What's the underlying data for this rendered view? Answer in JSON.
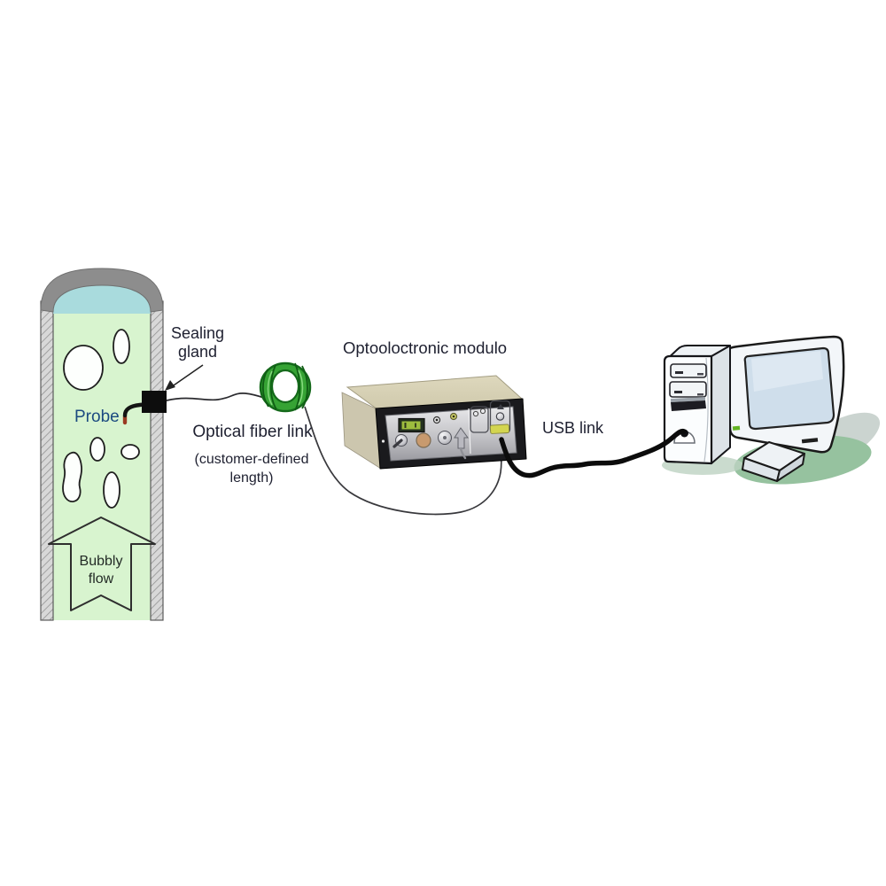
{
  "labels": {
    "sealing_gland_line1": "Sealing",
    "sealing_gland_line2": "gland",
    "probe": "Probe",
    "optical_fiber_link": "Optical fiber link",
    "fiber_note_line1": "(customer-defined",
    "fiber_note_line2": "length)",
    "module": "Optooloctronic modulo",
    "usb_link": "USB link",
    "bubbly_flow_line1": "Bubbly",
    "bubbly_flow_line2": "flow"
  },
  "colors": {
    "background": "#ffffff",
    "liquid_green": "#d8f4cf",
    "surface_cyan": "#a9dbdd",
    "dome_gray": "#8d8d8d",
    "wall_gray": "#d8d8d8",
    "wall_hatch": "#8f8f8f",
    "fiber_coil_green": "#36a334",
    "module_top_beige": "#d9d3b7",
    "module_frame_black": "#1a1a1d",
    "module_panel_silver": "#c3c3c7",
    "lcd_green": "#9dbd3e",
    "sticker_yellow": "#d3d550",
    "monitor_screen_blue": "#cfdeeb",
    "shadow_green": "#96c29f",
    "cable_black": "#0c0c0c",
    "probe_text_blue": "#1b4a80",
    "label_dark": "#1e2030",
    "power_led_green": "#63b324"
  }
}
